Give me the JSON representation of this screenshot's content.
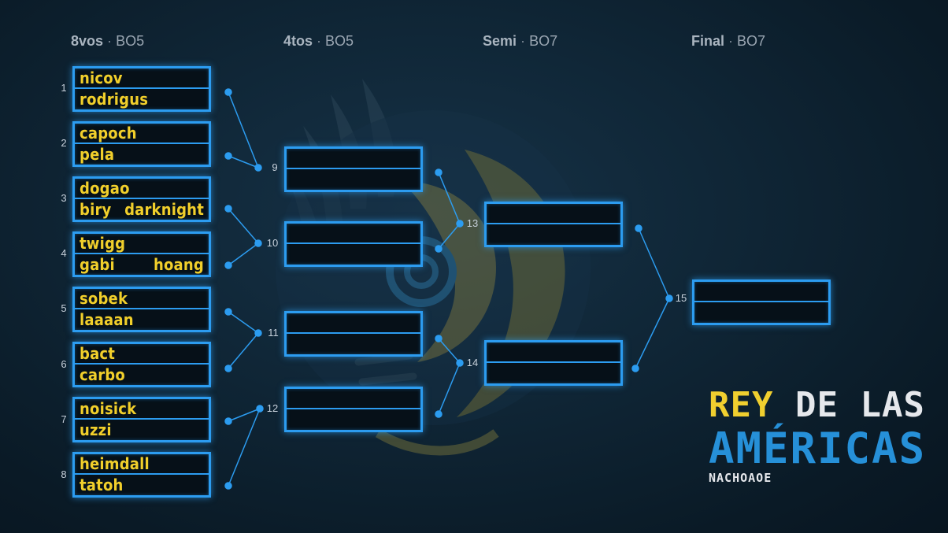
{
  "rounds": [
    {
      "name": "8vos",
      "format": "BO5"
    },
    {
      "name": "4tos",
      "format": "BO5"
    },
    {
      "name": "Semi",
      "format": "BO7"
    },
    {
      "name": "Final",
      "format": "BO7"
    }
  ],
  "separator": "·",
  "matches": [
    {
      "num": "1",
      "p1": "nicov",
      "p2": "rodrigus",
      "p2b": ""
    },
    {
      "num": "2",
      "p1": "capoch",
      "p2": "pela",
      "p2b": ""
    },
    {
      "num": "3",
      "p1": "dogao",
      "p2": "biry",
      "p2b": "darknight"
    },
    {
      "num": "4",
      "p1": "twigg",
      "p2": "gabi",
      "p2b": "hoang"
    },
    {
      "num": "5",
      "p1": "sobek",
      "p2": "laaaan",
      "p2b": ""
    },
    {
      "num": "6",
      "p1": "bact",
      "p2": "carbo",
      "p2b": ""
    },
    {
      "num": "7",
      "p1": "noisick",
      "p2": "uzzi",
      "p2b": ""
    },
    {
      "num": "8",
      "p1": "heimdall",
      "p2": "tatoh",
      "p2b": ""
    },
    {
      "num": "9",
      "p1": "",
      "p2": "",
      "p2b": ""
    },
    {
      "num": "10",
      "p1": "",
      "p2": "",
      "p2b": ""
    },
    {
      "num": "11",
      "p1": "",
      "p2": "",
      "p2b": ""
    },
    {
      "num": "12",
      "p1": "",
      "p2": "",
      "p2b": ""
    },
    {
      "num": "13",
      "p1": "",
      "p2": "",
      "p2b": ""
    },
    {
      "num": "14",
      "p1": "",
      "p2": "",
      "p2b": ""
    },
    {
      "num": "15",
      "p1": "",
      "p2": "",
      "p2b": ""
    }
  ],
  "logo": {
    "rey": "REY",
    "delas": "DE LAS",
    "americas": "AMÉRICAS",
    "sub": "NACHOAOE"
  },
  "colors": {
    "accent": "#2c9cf0",
    "player": "#f1cf2b",
    "background": "#0f2535"
  }
}
